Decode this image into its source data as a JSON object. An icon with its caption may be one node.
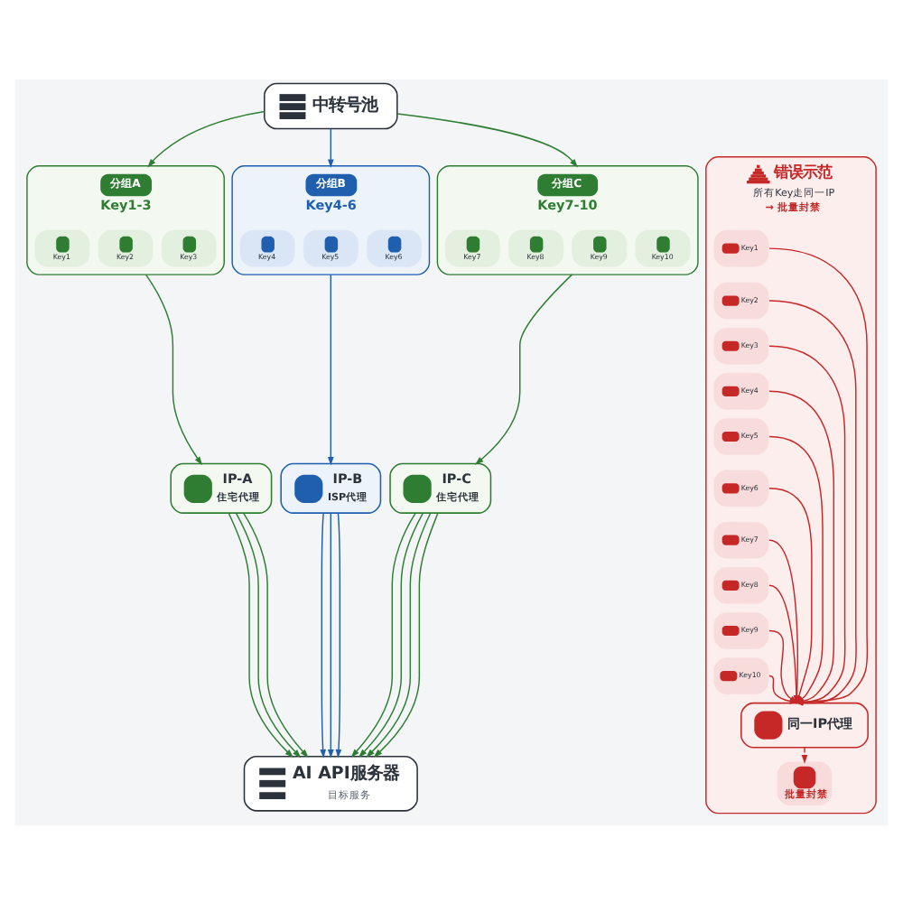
{
  "diagram": {
    "nodes": [
      {
        "text": [
          "中转号池"
        ]
      },
      {
        "text": [
          "分组A",
          "Key1-3"
        ]
      },
      {
        "text": [
          "Key1"
        ],
        "in": 1
      },
      {
        "text": [
          "Key2"
        ],
        "in": 1
      },
      {
        "text": [
          "Key3"
        ],
        "in": 1
      },
      {
        "text": [
          "分组B",
          "Key4-6"
        ]
      },
      {
        "text": [
          "Key4"
        ],
        "in": 5
      },
      {
        "text": [
          "Key5"
        ],
        "in": 5
      },
      {
        "text": [
          "Key6"
        ],
        "in": 5
      },
      {
        "text": [
          "分组C",
          "Key7-10"
        ]
      },
      {
        "text": [
          "Key7"
        ],
        "in": 9
      },
      {
        "text": [
          "Key8"
        ],
        "in": 9
      },
      {
        "text": [
          "Key9"
        ],
        "in": 9
      },
      {
        "text": [
          "Key10"
        ],
        "in": 9
      },
      {
        "text": [
          "IP-A",
          "住宅代理"
        ]
      },
      {
        "text": [
          "IP-B",
          "ISP代理"
        ]
      },
      {
        "text": [
          "IP-C",
          "住宅代理"
        ]
      },
      {
        "text": [
          "AI API服务器",
          "目标服务"
        ]
      },
      {
        "text": [
          "错误示范",
          "所有Key走同一IP",
          "→ 批量封禁"
        ]
      },
      {
        "text": [
          "Key1"
        ],
        "in": 18
      },
      {
        "text": [
          "Key2"
        ],
        "in": 18
      },
      {
        "text": [
          "Key3"
        ],
        "in": 18
      },
      {
        "text": [
          "Key4"
        ],
        "in": 18
      },
      {
        "text": [
          "Key5"
        ],
        "in": 18
      },
      {
        "text": [
          "Key6"
        ],
        "in": 18
      },
      {
        "text": [
          "Key7"
        ],
        "in": 18
      },
      {
        "text": [
          "Key8"
        ],
        "in": 18
      },
      {
        "text": [
          "Key9"
        ],
        "in": 18
      },
      {
        "text": [
          "Key10"
        ],
        "in": 18
      },
      {
        "text": [
          "同一IP代理"
        ],
        "in": 18
      },
      {
        "text": [
          "批量封禁"
        ],
        "in": 18
      }
    ],
    "edges": [
      {
        "from": 0,
        "to": 1,
        "arrow": "to",
        "color": "#2e7d32"
      },
      {
        "from": 0,
        "to": 5,
        "arrow": "to",
        "color": "#1f5fae"
      },
      {
        "from": 0,
        "to": 9,
        "arrow": "to",
        "color": "#2e7d32"
      },
      {
        "from": 1,
        "to": 14,
        "arrow": "to",
        "color": "#2e7d32"
      },
      {
        "from": 5,
        "to": 15,
        "arrow": "to",
        "color": "#1f5fae"
      },
      {
        "from": 9,
        "to": 16,
        "arrow": "to",
        "color": "#2e7d32"
      },
      {
        "from": 14,
        "to": 17,
        "arrow": "to",
        "color": "#2e7d32"
      },
      {
        "from": 14,
        "to": 17,
        "arrow": "to",
        "color": "#2e7d32"
      },
      {
        "from": 14,
        "to": 17,
        "arrow": "to",
        "color": "#2e7d32"
      },
      {
        "from": 15,
        "to": 17,
        "arrow": "to",
        "color": "#1f5fae"
      },
      {
        "from": 15,
        "to": 17,
        "arrow": "to",
        "color": "#1f5fae"
      },
      {
        "from": 15,
        "to": 17,
        "arrow": "to",
        "color": "#1f5fae"
      },
      {
        "from": 16,
        "to": 17,
        "arrow": "to",
        "color": "#2e7d32"
      },
      {
        "from": 16,
        "to": 17,
        "arrow": "to",
        "color": "#2e7d32"
      },
      {
        "from": 16,
        "to": 17,
        "arrow": "to",
        "color": "#2e7d32"
      },
      {
        "from": 16,
        "to": 17,
        "arrow": "to",
        "color": "#2e7d32"
      },
      {
        "from": 19,
        "to": 29,
        "arrow": "to",
        "color": "#c62828"
      },
      {
        "from": 20,
        "to": 29,
        "arrow": "to",
        "color": "#c62828"
      },
      {
        "from": 21,
        "to": 29,
        "arrow": "to",
        "color": "#c62828"
      },
      {
        "from": 22,
        "to": 29,
        "arrow": "to",
        "color": "#c62828"
      },
      {
        "from": 23,
        "to": 29,
        "arrow": "to",
        "color": "#c62828"
      },
      {
        "from": 24,
        "to": 29,
        "arrow": "to",
        "color": "#c62828"
      },
      {
        "from": 25,
        "to": 29,
        "arrow": "to",
        "color": "#c62828"
      },
      {
        "from": 26,
        "to": 29,
        "arrow": "to",
        "color": "#c62828"
      },
      {
        "from": 27,
        "to": 29,
        "arrow": "to",
        "color": "#c62828"
      },
      {
        "from": 28,
        "to": 29,
        "arrow": "to",
        "color": "#c62828"
      },
      {
        "from": 29,
        "to": 30,
        "arrow": "to",
        "style": "dashed",
        "color": "#c62828"
      }
    ]
  }
}
